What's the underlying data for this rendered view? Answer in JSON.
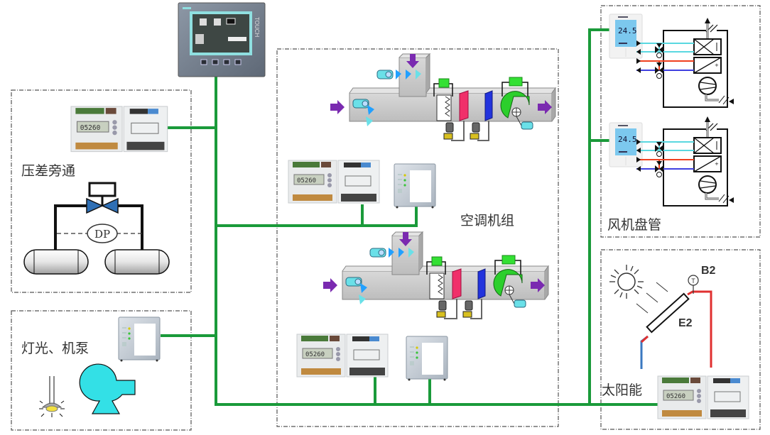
{
  "diagram": {
    "title": "Building automation system overview",
    "bus_color": "#1a9a3a",
    "zones": {
      "pressure_bypass": {
        "label": "压差旁通",
        "sensor_label": "DP"
      },
      "lighting_pump": {
        "label": "灯光、机泵"
      },
      "ahu": {
        "label": "空调机组"
      },
      "fan_coil": {
        "label": "风机盘管",
        "thermostat_reading": "24.5"
      },
      "solar": {
        "label": "太阳能",
        "sensor_label": "B2",
        "collector_label": "E2",
        "sensor_symbol": "T"
      }
    },
    "hmi_panel": {
      "name": "Touch panel HMI",
      "brand_text": "TOUCH"
    },
    "controller_display": "05260"
  }
}
